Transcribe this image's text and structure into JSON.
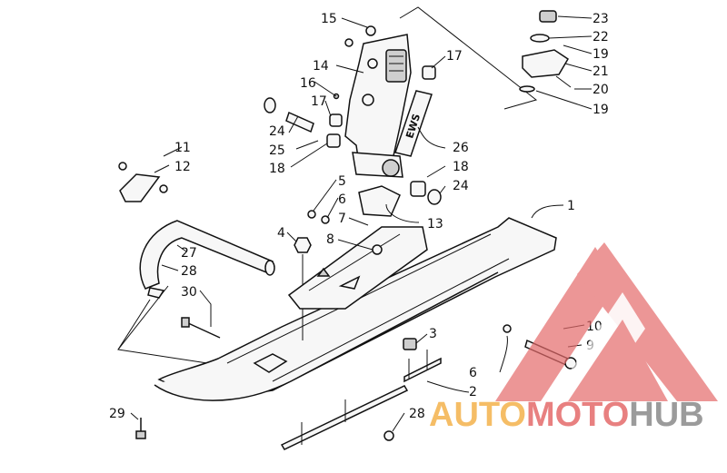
{
  "labels": {
    "l1": "1",
    "l2": "2",
    "l3": "3",
    "l4": "4",
    "l5": "5",
    "l6a": "6",
    "l6b": "6",
    "l7": "7",
    "l8": "8",
    "l9": "9",
    "l10": "10",
    "l11": "11",
    "l12": "12",
    "l13": "13",
    "l14": "14",
    "l15": "15",
    "l16": "16",
    "l17a": "17",
    "l17b": "17",
    "l18a": "18",
    "l18b": "18",
    "l19a": "19",
    "l19b": "19",
    "l20": "20",
    "l21": "21",
    "l22": "22",
    "l23": "23",
    "l24a": "24",
    "l24b": "24",
    "l25": "25",
    "l26": "26",
    "l27": "27",
    "l28a": "28",
    "l28b": "28",
    "l29": "29",
    "l30": "30"
  },
  "decal_text": "EWS",
  "watermark": {
    "part1": "AUTO",
    "part2": "MOTO",
    "part3": "HUB"
  },
  "colors": {
    "watermark_red": "#e46a6a",
    "watermark_orange": "#f4b24c",
    "watermark_gray": "#8a8a8a",
    "ink": "#111111"
  }
}
